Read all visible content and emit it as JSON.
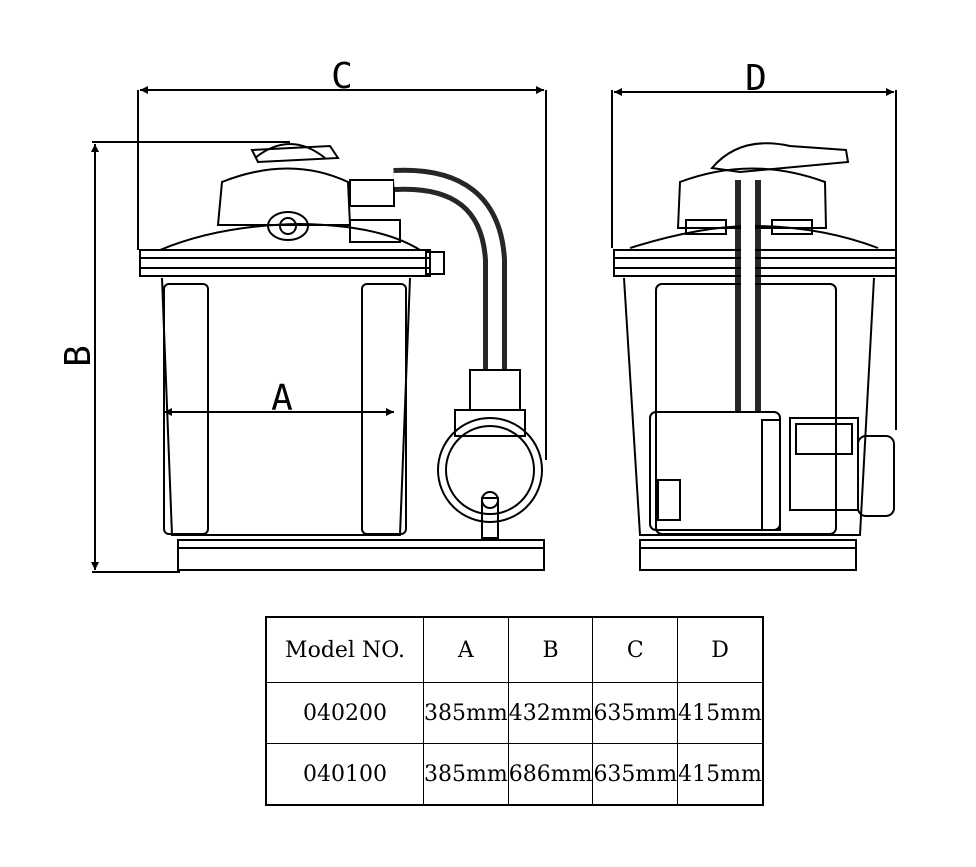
{
  "dimension_labels": {
    "A": "A",
    "B": "B",
    "C": "C",
    "D": "D"
  },
  "table": {
    "headers": [
      "Model NO.",
      "A",
      "B",
      "C",
      "D"
    ],
    "rows": [
      [
        "040200",
        "385mm",
        "432mm",
        "635mm",
        "415mm"
      ],
      [
        "040100",
        "385mm",
        "686mm",
        "635mm",
        "415mm"
      ]
    ]
  }
}
